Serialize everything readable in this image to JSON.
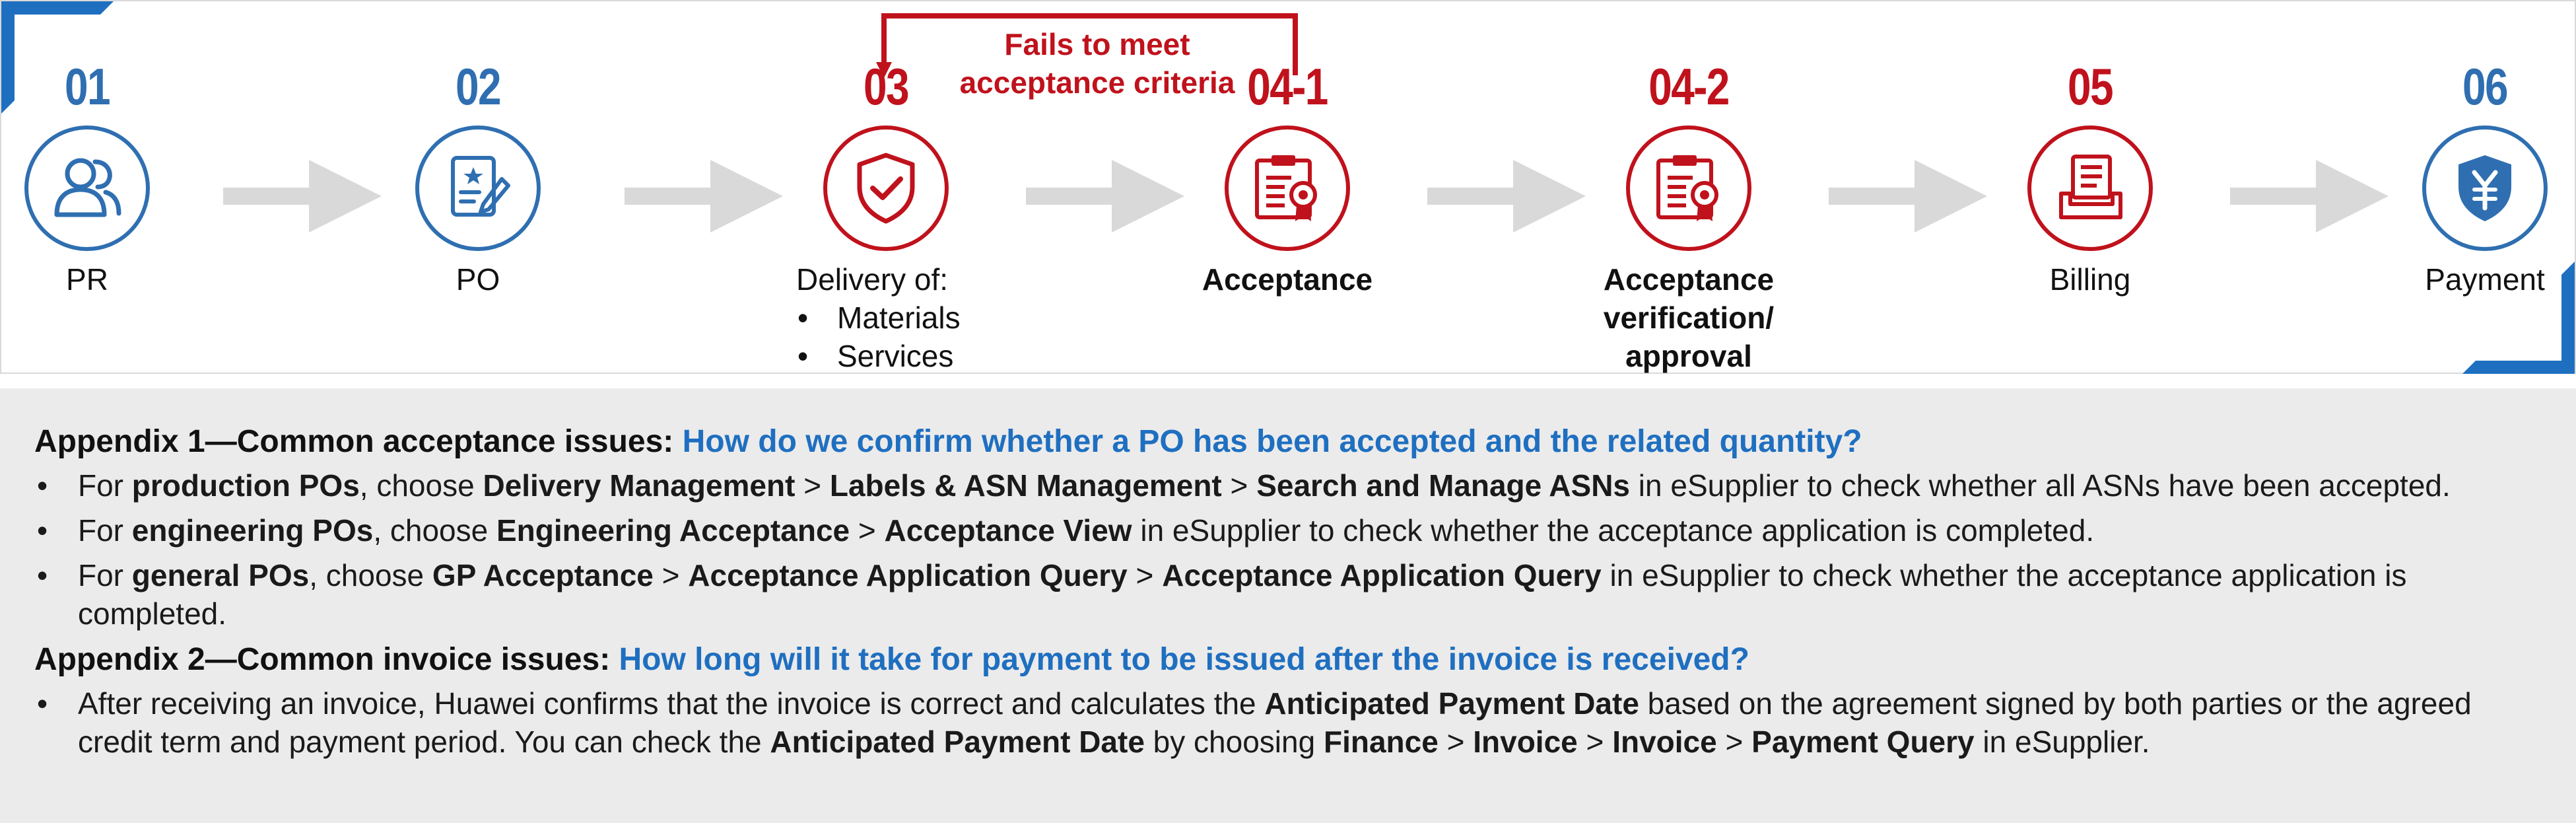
{
  "flow": {
    "loop_label": "Fails to meet acceptance criteria",
    "loop_label_lines": [
      "Fails to meet",
      "acceptance criteria"
    ],
    "steps": [
      {
        "number": "01",
        "label": "PR",
        "color": "#2f6fb1",
        "icon": "users-icon"
      },
      {
        "number": "02",
        "label": "PO",
        "color": "#2f6fb1",
        "icon": "purchase-order-icon"
      },
      {
        "number": "03",
        "label": "Delivery of:",
        "items": [
          "Materials",
          "Services"
        ],
        "color": "#c0121c",
        "icon": "shield-check-icon"
      },
      {
        "number": "04-1",
        "label": "Acceptance",
        "color": "#c0121c",
        "icon": "certificate-icon"
      },
      {
        "number": "04-2",
        "label_lines": [
          "Acceptance",
          "verification/",
          "approval"
        ],
        "color": "#c0121c",
        "icon": "certificate-icon"
      },
      {
        "number": "05",
        "label": "Billing",
        "color": "#c0121c",
        "icon": "invoice-tray-icon"
      },
      {
        "number": "06",
        "label": "Payment",
        "color": "#2f6fb1",
        "icon": "yuan-shield-icon"
      }
    ]
  },
  "appendix": {
    "a1": {
      "title": "Appendix 1—Common acceptance issues: ",
      "question": "How do we confirm whether a PO has been accepted and the related quantity?",
      "items": [
        {
          "t1": "For ",
          "b1": "production POs",
          "t2": ", choose ",
          "b2": "Delivery Management",
          "t3": " > ",
          "b3": "Labels & ASN Management",
          "t4": " > ",
          "b4": "Search and Manage ASNs",
          "t5": " in eSupplier to check whether all ASNs have been accepted."
        },
        {
          "t1": "For ",
          "b1": "engineering POs",
          "t2": ", choose ",
          "b2": "Engineering Acceptance",
          "t3": " > ",
          "b3": "Acceptance View",
          "t4": " in eSupplier to check whether the acceptance application is completed."
        },
        {
          "t1": "For ",
          "b1": "general POs",
          "t2": ", choose ",
          "b2": "GP Acceptance",
          "t3": " > ",
          "b3": "Acceptance Application Query",
          "t4": " > ",
          "b4": "Acceptance Application Query",
          "t5": " in eSupplier to check whether the acceptance application is completed."
        }
      ]
    },
    "a2": {
      "title": "Appendix 2—Common invoice issues: ",
      "question": "How long will it take for payment to be issued after the invoice is received?",
      "item": {
        "t1": "After receiving an invoice, Huawei confirms that the invoice is correct and calculates the ",
        "b1": "Anticipated Payment Date",
        "t2": " based on the agreement signed by both parties or the agreed credit term and payment period. You can check the ",
        "b2": "Anticipated Payment Date",
        "t3": " by choosing ",
        "b3": "Finance",
        "t4": " > ",
        "b4": "Invoice",
        "t5": " > ",
        "b5": "Invoice",
        "t6": " > ",
        "b6": "Payment Query",
        "t7": " in eSupplier."
      }
    }
  },
  "colors": {
    "blue": "#2f6fb1",
    "red": "#c0121c",
    "arrow": "#d9d9d9",
    "question": "#1f6fc0",
    "appendix_bg": "#ebebeb"
  }
}
